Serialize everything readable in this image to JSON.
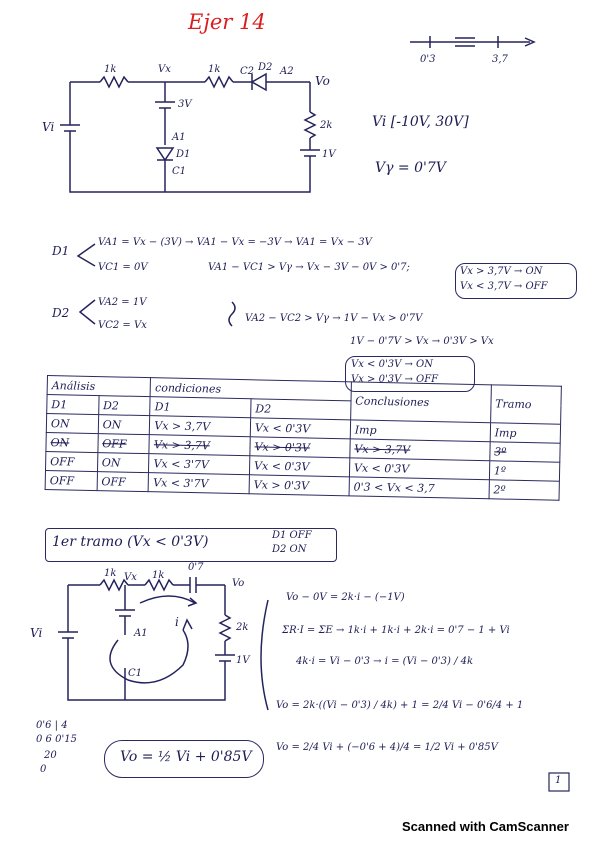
{
  "title": "Ejer 14",
  "top_circuit": {
    "r1": "1k",
    "vx": "Vx",
    "r2": "1k",
    "c2": "C2",
    "d2": "D2",
    "a2": "A2",
    "vo": "Vo",
    "source_v3": "3V",
    "a1": "A1",
    "d1": "D1",
    "c1": "C1",
    "r_out": "2k",
    "source_v1": "1V",
    "vi": "Vi"
  },
  "range_note": "Vi [-10V, 30V]",
  "vgamma": "Vγ = 0'7V",
  "range_marks": [
    "0'3",
    "3,7"
  ],
  "d1_analysis": {
    "label": "D1",
    "line1": "VA1 = Vx − (3V) → VA1 − Vx = −3V → VA1 = Vx − 3V",
    "line2": "VC1 = 0V",
    "line3": "VA1 − VC1 > Vγ → Vx − 3V − 0V > 0'7;",
    "cond_on": "Vx > 3,7V → ON",
    "cond_off": "Vx < 3,7V → OFF"
  },
  "d2_analysis": {
    "label": "D2",
    "va2": "VA2 = 1V",
    "vc2": "VC2 = Vx",
    "line1": "VA2 − VC2 > Vγ → 1V − Vx > 0'7V",
    "line2": "1V − 0'7V > Vx → 0'3V > Vx",
    "cond_on": "Vx < 0'3V → ON",
    "cond_off": "Vx > 0'3V → OFF"
  },
  "table": {
    "headers": [
      "Análisis",
      "condiciones",
      "Conclusiones",
      "Tramo"
    ],
    "subheaders": [
      "D1",
      "D2",
      "D1",
      "D2"
    ],
    "rows": [
      [
        "ON",
        "ON",
        "Vx > 3,7V",
        "Vx < 0'3V",
        "Imp",
        "Imp"
      ],
      [
        "ON",
        "OFF",
        "Vx > 3,7V",
        "Vx > 0'3V",
        "Vx > 3,7V",
        "3º"
      ],
      [
        "OFF",
        "ON",
        "Vx < 3'7V",
        "Vx < 0'3V",
        "Vx < 0'3V",
        "1º"
      ],
      [
        "OFF",
        "OFF",
        "Vx < 3'7V",
        "Vx > 0'3V",
        "0'3 < Vx < 3,7",
        "2º"
      ]
    ]
  },
  "tramo1": {
    "heading": "1er tramo (Vx < 0'3V)",
    "states": [
      "D1 OFF",
      "D2 ON"
    ]
  },
  "bottom_circuit": {
    "r1": "1k",
    "vx": "Vx",
    "r2": "1k",
    "drop": "0'7",
    "vo": "Vo",
    "a1": "A1",
    "c1": "C1",
    "i": "i",
    "r_out": "2k",
    "source_v1": "1V",
    "vi": "Vi"
  },
  "equations": [
    "Vo − 0V = 2k·i − (−1V)",
    "ΣR·I = ΣE → 1k·i + 1k·i + 2k·i = 0'7 − 1 + Vi",
    "4k·i = Vi − 0'3 → i = (Vi − 0'3) / 4k",
    "Vo = 2k·((Vi − 0'3) / 4k) + 1 = 2/4 Vi − 0'6/4 + 1",
    "Vo = 2/4 Vi + (−0'6 + 4)/4 = 1/2 Vi + 0'85V"
  ],
  "margin_notes": [
    "0'6 | 4",
    "0 6  0'15",
    "20",
    "0"
  ],
  "result": "Vo = ½ Vi + 0'85V",
  "page_number": "1",
  "footer": "Scanned with CamScanner"
}
